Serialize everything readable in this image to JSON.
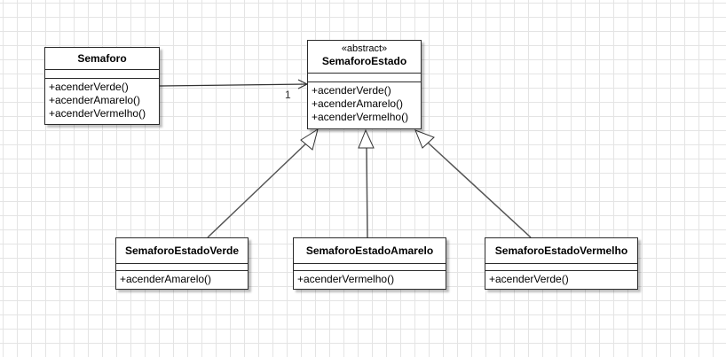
{
  "diagram": {
    "classes": {
      "semaforo": {
        "name": "Semaforo",
        "operations": [
          "+acenderVerde()",
          "+acenderAmarelo()",
          "+acenderVermelho()"
        ]
      },
      "semaforo_estado": {
        "stereotype": "«abstract»",
        "name": "SemaforoEstado",
        "operations": [
          "+acenderVerde()",
          "+acenderAmarelo()",
          "+acenderVermelho()"
        ]
      },
      "estado_verde": {
        "name": "SemaforoEstadoVerde",
        "operations": [
          "+acenderAmarelo()"
        ]
      },
      "estado_amarelo": {
        "name": "SemaforoEstadoAmarelo",
        "operations": [
          "+acenderVermelho()"
        ]
      },
      "estado_vermelho": {
        "name": "SemaforoEstadoVermelho",
        "operations": [
          "+acenderVerde()"
        ]
      }
    },
    "relations": {
      "association": {
        "from": "Semaforo",
        "to": "SemaforoEstado",
        "multiplicity": "1"
      },
      "generalizations": [
        {
          "child": "SemaforoEstadoVerde",
          "parent": "SemaforoEstado"
        },
        {
          "child": "SemaforoEstadoAmarelo",
          "parent": "SemaforoEstado"
        },
        {
          "child": "SemaforoEstadoVermelho",
          "parent": "SemaforoEstado"
        }
      ]
    }
  }
}
